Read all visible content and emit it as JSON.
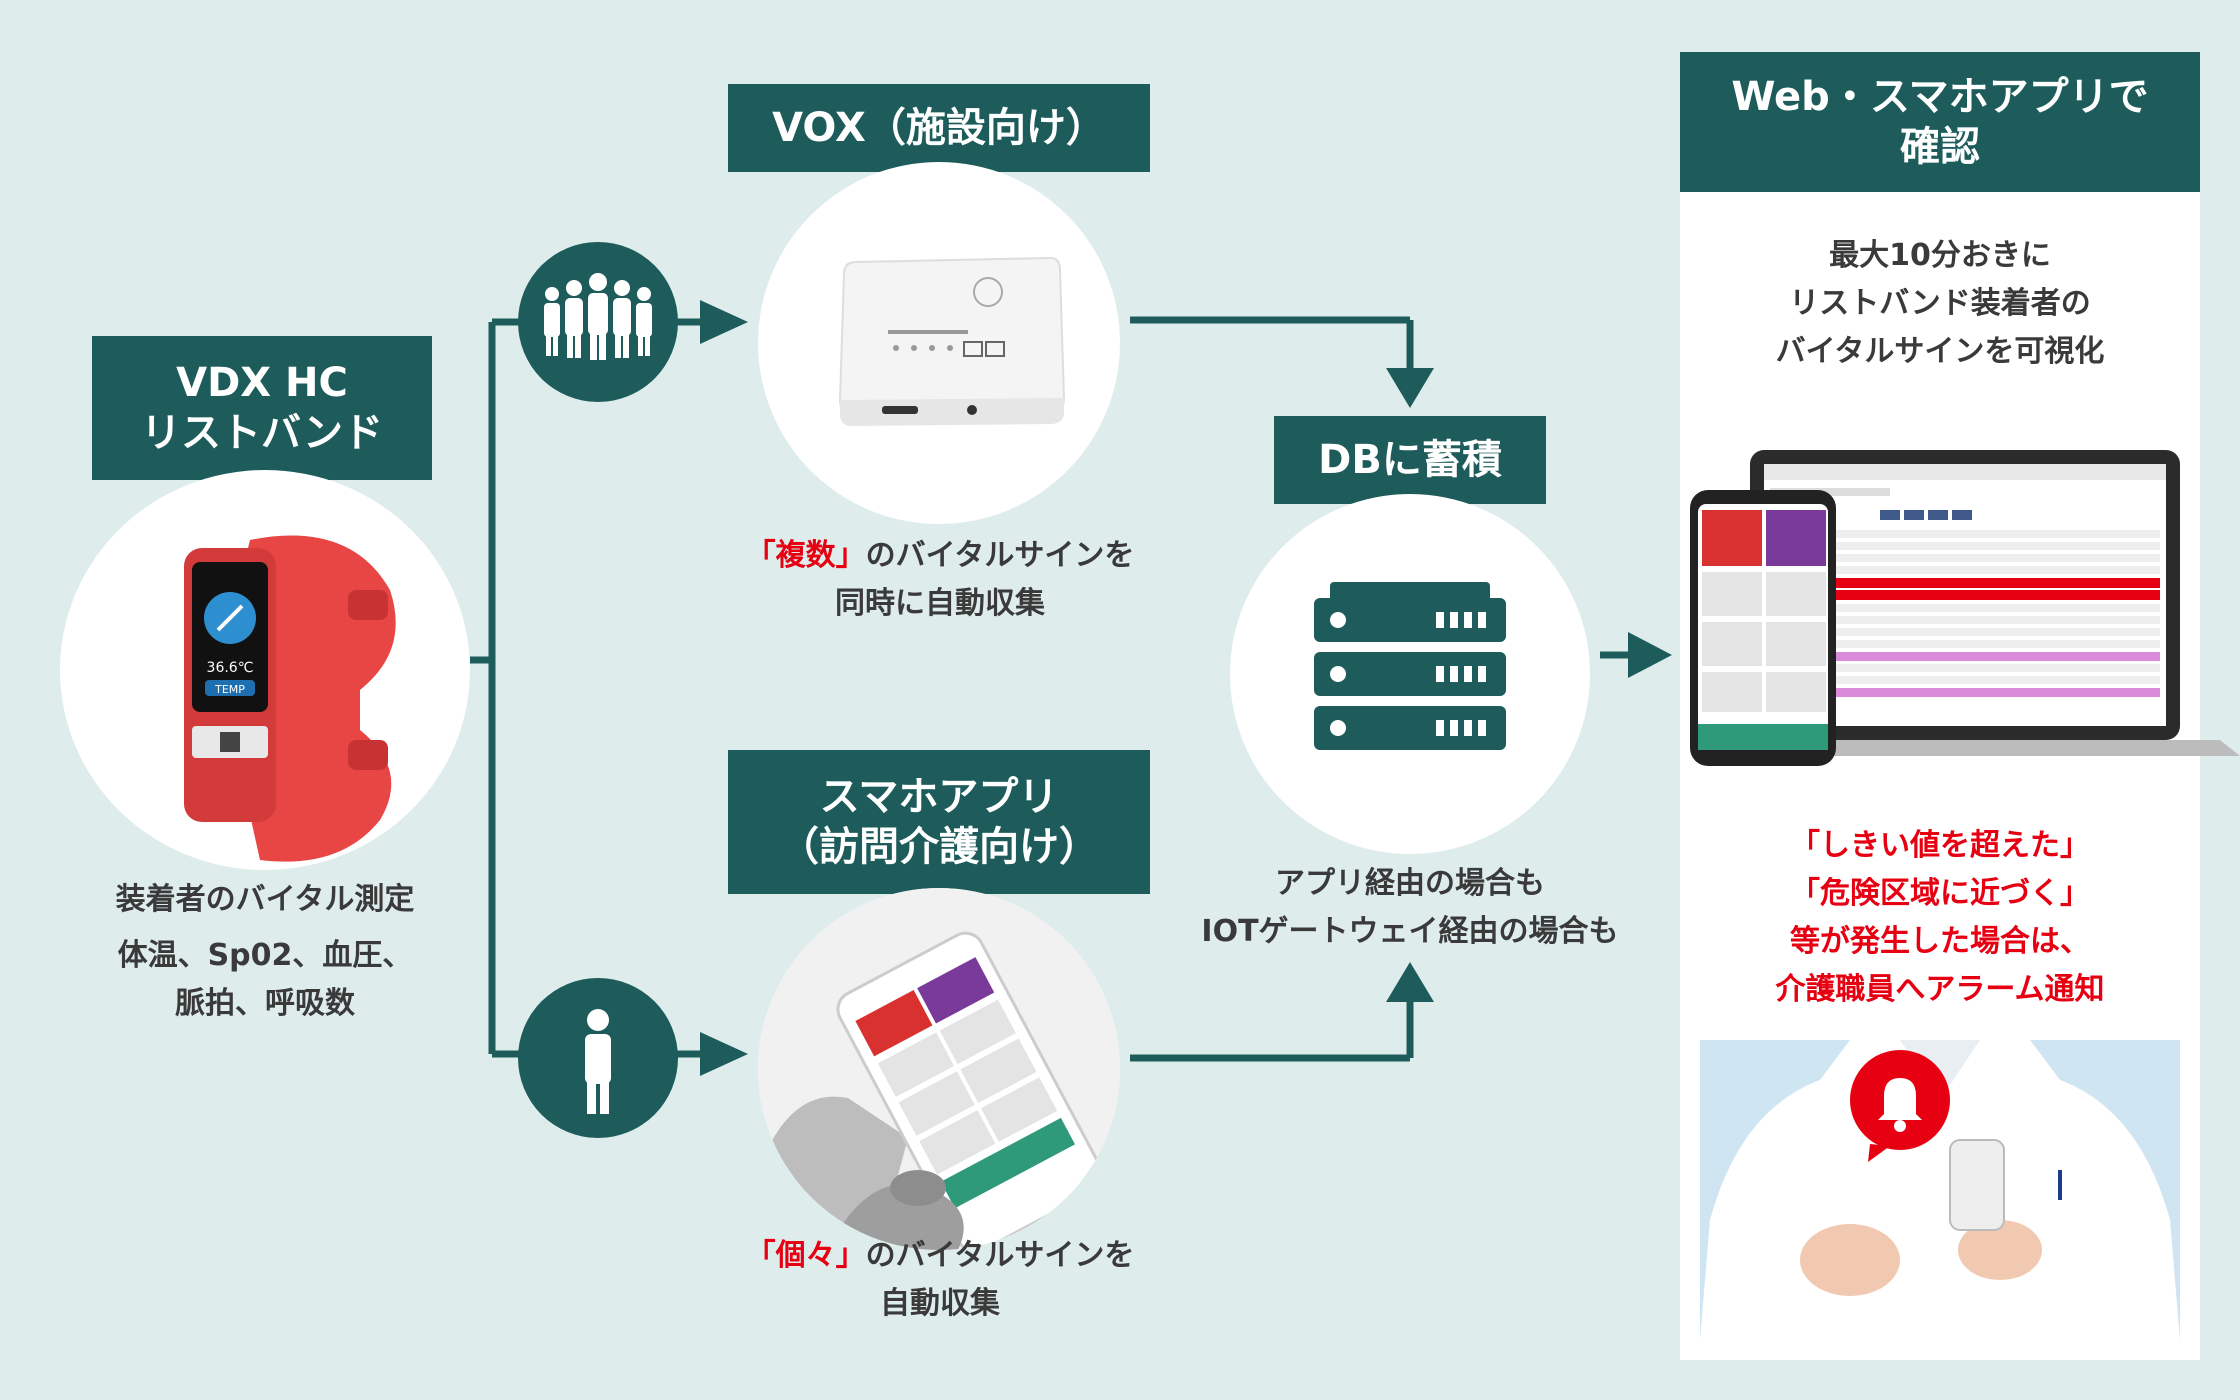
{
  "wristband": {
    "title_line1": "VDX HC",
    "title_line2": "リストバンド",
    "caption_line1": "装着者のバイタル測定",
    "caption_line2": "体温、Sp02、血圧、",
    "caption_line3": "脈拍、呼吸数",
    "screen_temp": "36.6℃",
    "screen_btn": "TEMP"
  },
  "vox": {
    "title": "VOX（施設向け）",
    "caption_hl": "「複数」",
    "caption_rest": "のバイタルサインを",
    "caption_line2": "同時に自動収集"
  },
  "smartphone_app": {
    "title_line1": "スマホアプリ",
    "title_line2": "（訪問介護向け）",
    "caption_hl": "「個々」",
    "caption_rest": "のバイタルサインを",
    "caption_line2": "自動収集"
  },
  "db": {
    "title": "DBに蓄積",
    "caption_line1": "アプリ経由の場合も",
    "caption_line2": "IOTゲートウェイ経由の場合も"
  },
  "web": {
    "title_line1": "Web・スマホアプリで",
    "title_line2": "確認",
    "desc_line1": "最大10分おきに",
    "desc_line2": "リストバンド装着者の",
    "desc_line3": "バイタルサインを可視化",
    "alert_line1": "「しきい値を超えた」",
    "alert_line2": "「危険区域に近づく」",
    "alert_line3": "等が発生した場合は、",
    "alert_line4": "介護職員へアラーム通知"
  },
  "colors": {
    "primary": "#1e5c5c",
    "background": "#deedec",
    "accent_red": "#e60012"
  },
  "icons": [
    "group-people-icon",
    "single-person-icon",
    "server-icon",
    "bell-icon"
  ]
}
